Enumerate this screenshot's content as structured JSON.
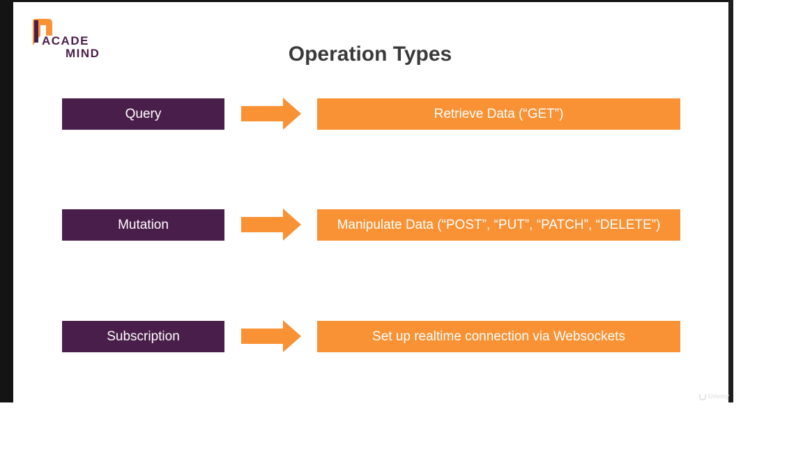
{
  "logo": {
    "line1": "ACADE",
    "line2": "MIND",
    "icon": "academind-flag-icon"
  },
  "slide": {
    "title": "Operation Types"
  },
  "rows": [
    {
      "type": "Query",
      "description": "Retrieve Data (“GET”)"
    },
    {
      "type": "Mutation",
      "description": "Manipulate Data (“POST”, “PUT”, “PATCH”, “DELETE”)"
    },
    {
      "type": "Subscription",
      "description": "Set up realtime connection via Websockets"
    }
  ],
  "watermark": {
    "text": "Udemy",
    "icon": "udemy-logo-icon"
  },
  "colors": {
    "type_box": "#4a1e4a",
    "description_box": "#f99234",
    "arrow": "#f99234",
    "title": "#3a3a3a"
  }
}
